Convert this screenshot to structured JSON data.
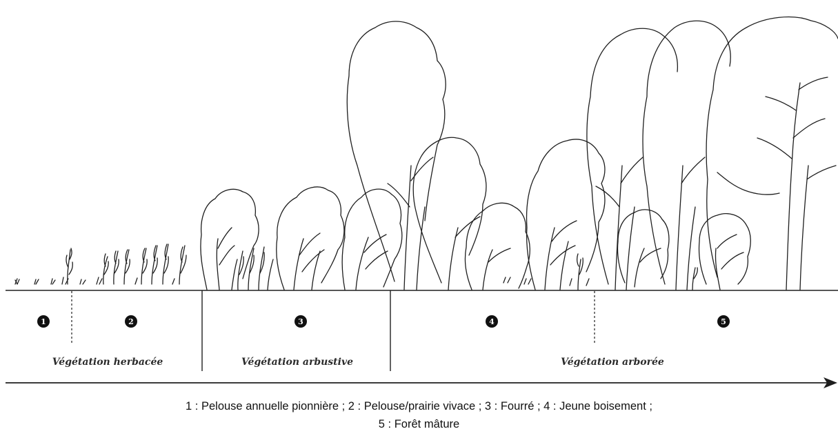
{
  "zones": [
    {
      "number": "1"
    },
    {
      "number": "2"
    },
    {
      "number": "3"
    },
    {
      "number": "4"
    },
    {
      "number": "5"
    }
  ],
  "zone_labels": {
    "herbaceous": "Végétation herbacée",
    "shrub": "Végétation arbustive",
    "tree": "Végétation arborée"
  },
  "caption": {
    "line1": "1 : Pelouse annuelle pionnière ; 2 : Pelouse/prairie vivace ; 3 : Fourré ; 4 : Jeune boisement ;",
    "line2": "5 : Forêt mâture"
  },
  "colors": {
    "ink": "#1e1e1e",
    "background": "#ffffff"
  }
}
